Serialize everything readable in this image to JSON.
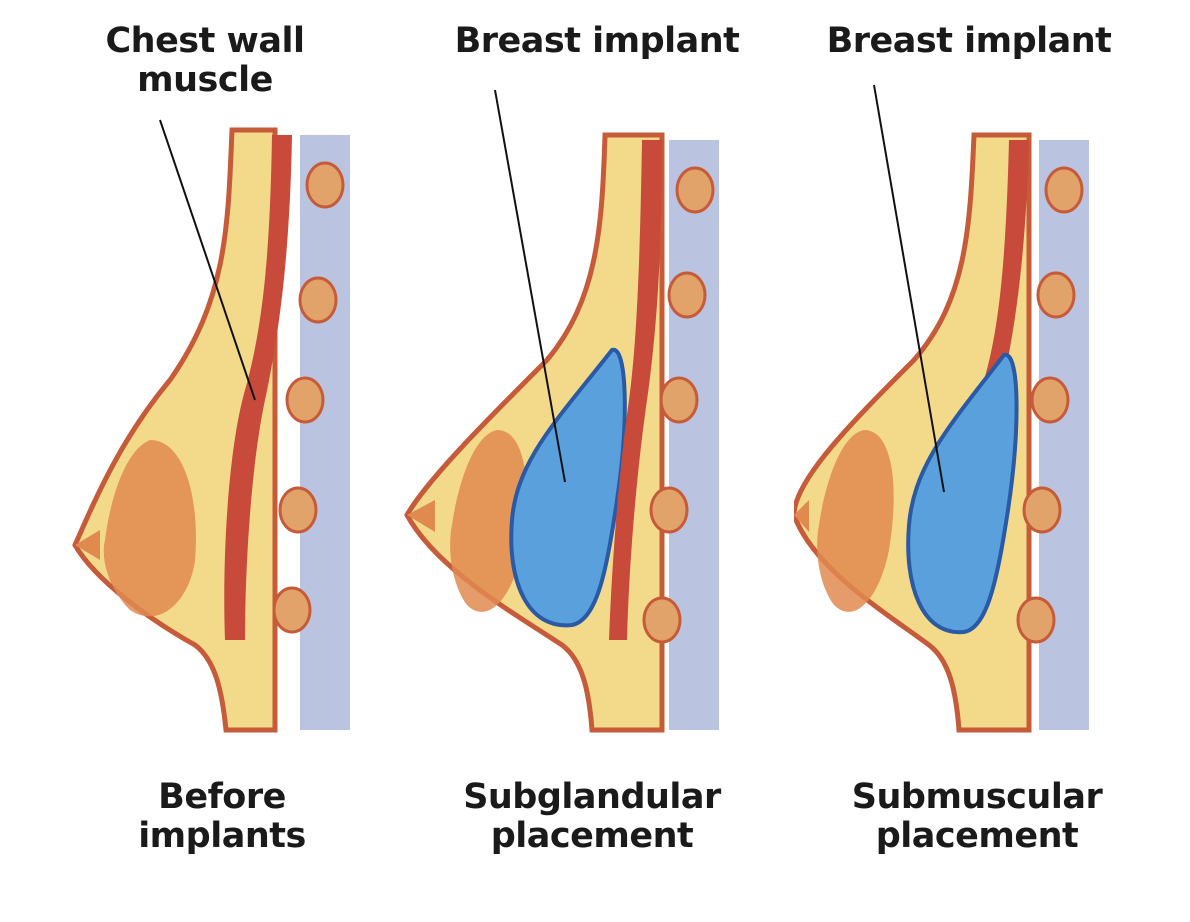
{
  "panels": [
    {
      "top_label": [
        "Chest wall",
        "muscle"
      ],
      "bottom_label": [
        "Before",
        "implants"
      ]
    },
    {
      "top_label": [
        "Breast implant"
      ],
      "bottom_label": [
        "Subglandular",
        "placement"
      ]
    },
    {
      "top_label": [
        "Breast implant"
      ],
      "bottom_label": [
        "Submuscular",
        "placement"
      ]
    }
  ],
  "colors": {
    "skin_outline": "#c65b3a",
    "fat": "#f3d98a",
    "gland": "#e08a50",
    "muscle": "#c84a3a",
    "rib_space": "#a9b4d8",
    "rib": "#e2a36a",
    "implant": "#5aa0dc"
  }
}
